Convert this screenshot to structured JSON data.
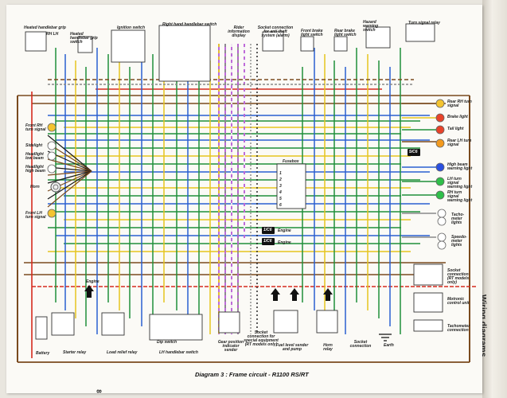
{
  "diagram": {
    "caption": "Diagram 3 : Frame circuit - R1100 RS/RT",
    "page_number": "8",
    "side_title": "Wiring diagrams",
    "colors": {
      "brown": "#7a4a1e",
      "green": "#1f8f3a",
      "blue": "#2b5fd0",
      "yellow": "#e6c51e",
      "red": "#d62a1e",
      "violet": "#b85bd6",
      "black": "#1a1a1a",
      "grey": "#8a8a8a",
      "white": "#f4f4f4",
      "orange": "#f0882a",
      "lamp_yellow": "#f4c430",
      "lamp_orange": "#f39a1e",
      "lamp_red": "#e8432a",
      "lamp_green": "#2fbf4a",
      "lamp_blue": "#2a4fe0"
    },
    "components": {
      "heated_grip_left": "Heated handlebar grip",
      "rh_lh": "RH  LH",
      "heated_grip_switch": "Heated handlebar grip switch",
      "ignition_switch": "Ignition switch",
      "rh_handlebar_switch": "Right hand handlebar switch",
      "rider_info_display": "Rider information display",
      "socket_anti_theft": "Socket connection for anti-theft system (alarm)",
      "front_brake_light_switch": "Front brake light switch",
      "rear_brake_light_switch": "Rear brake light switch",
      "hazard_switch": "Hazard warning switch",
      "turn_signal_relay": "Turn signal relay",
      "front_rh_turn": "Front RH turn signal",
      "sidelight": "Sidelight",
      "headlight_low": "Headlight low beam",
      "headlight_high": "Headlight high beam",
      "horn": "Horn",
      "front_lh_turn": "Front LH turn signal",
      "rear_rh_turn": "Rear RH turn signal",
      "brake_light": "Brake light",
      "tail_light": "Tail light",
      "rear_lh_turn": "Rear LH turn signal",
      "high_beam_warning": "High beam warning light",
      "lh_turn_warning": "LH turn signal warning light",
      "rh_turn_warning": "RH turn signal warning light",
      "tacho_lights": "Tacho-meter lights",
      "speedo_lights": "Speedo-meter lights",
      "socket_rt": "Socket connection (RT models only)",
      "motronic_unit": "Motronic control unit",
      "tachometer": "Tachometer connection",
      "fusebox": "Fusebox",
      "engine_1": "Engine",
      "engine_2": "Engine",
      "engine_3": "Engine",
      "battery": "Battery",
      "starter_relay": "Starter relay",
      "load_relief_relay": "Load relief relay",
      "dip_switch": "Dip switch",
      "lh_handlebar_switch": "LH handlebar switch",
      "gear_position_sender": "Gear position indicator sender",
      "socket_special": "Socket connection for special equipment (RT models only)",
      "fuel_level_sender": "Fuel level sender and pump",
      "horn_relay": "Horn relay",
      "socket_connection": "Socket connection",
      "earth": "Earth",
      "fusebox_labels": [
        "1",
        "2",
        "3",
        "4",
        "5",
        "6"
      ],
      "ref_1": "1/C6",
      "ref_2": "1/C6",
      "ref_3": "5/C6"
    }
  }
}
